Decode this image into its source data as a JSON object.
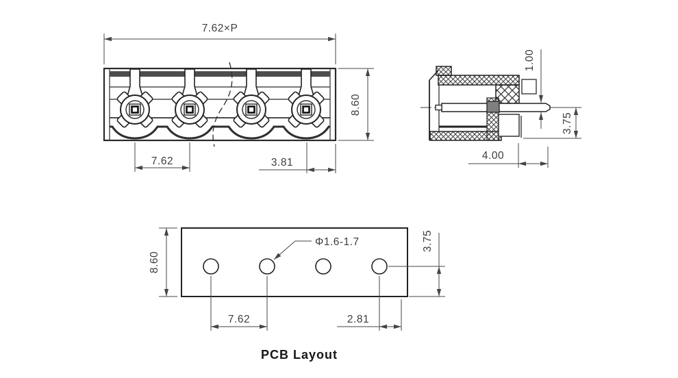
{
  "drawing": {
    "front": {
      "overall": "7.62×P",
      "height": "8.60",
      "pitch": "7.62",
      "end": "3.81"
    },
    "side": {
      "pin_size": "1.00",
      "tail": "3.75",
      "protrusion": "4.00"
    },
    "pcb": {
      "height": "8.60",
      "pitch": "7.62",
      "end": "2.81",
      "row": "3.75",
      "hole": "Φ1.6-1.7",
      "caption": "PCB Layout"
    }
  },
  "colors": {
    "line": "#2f2f2f",
    "dim": "#3d3d3d",
    "band": "#4d4d4d",
    "pad_gray": "#7f7f7f",
    "background": "#ffffff"
  }
}
